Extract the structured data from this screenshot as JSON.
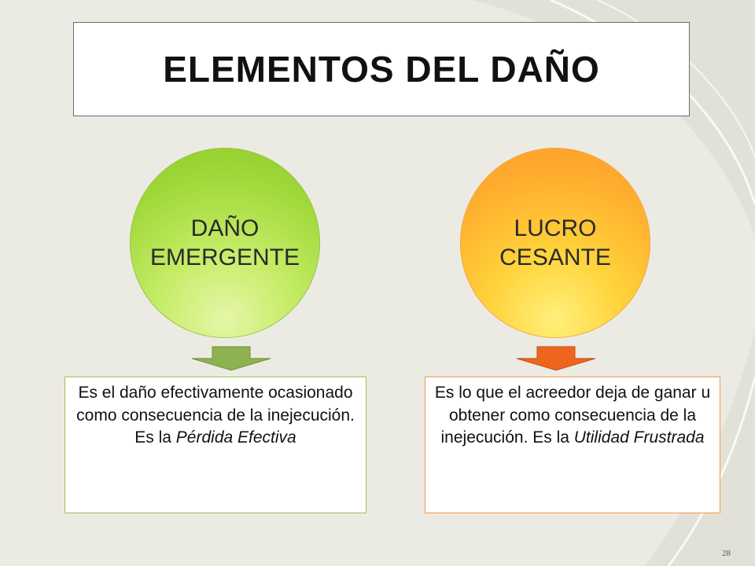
{
  "title": "ELEMENTOS DEL DAÑO",
  "left": {
    "circle_label_line1": "DAÑO",
    "circle_label_line2": "EMERGENTE",
    "desc_text": "Es el daño efectivamente ocasionado como consecuencia de la inejecución. Es la ",
    "desc_emphasis": "Pérdida Efectiva",
    "arrow_color": "#8fb250",
    "circle_color": "#a8dc3e"
  },
  "right": {
    "circle_label_line1": "LUCRO",
    "circle_label_line2": "CESANTE",
    "desc_text": "Es lo que el acreedor deja de ganar u obtener como consecuencia de la inejecución. Es la ",
    "desc_emphasis": "Utilidad Frustrada",
    "arrow_color": "#f0651e",
    "circle_color": "#ffb330"
  },
  "page_number": "28"
}
